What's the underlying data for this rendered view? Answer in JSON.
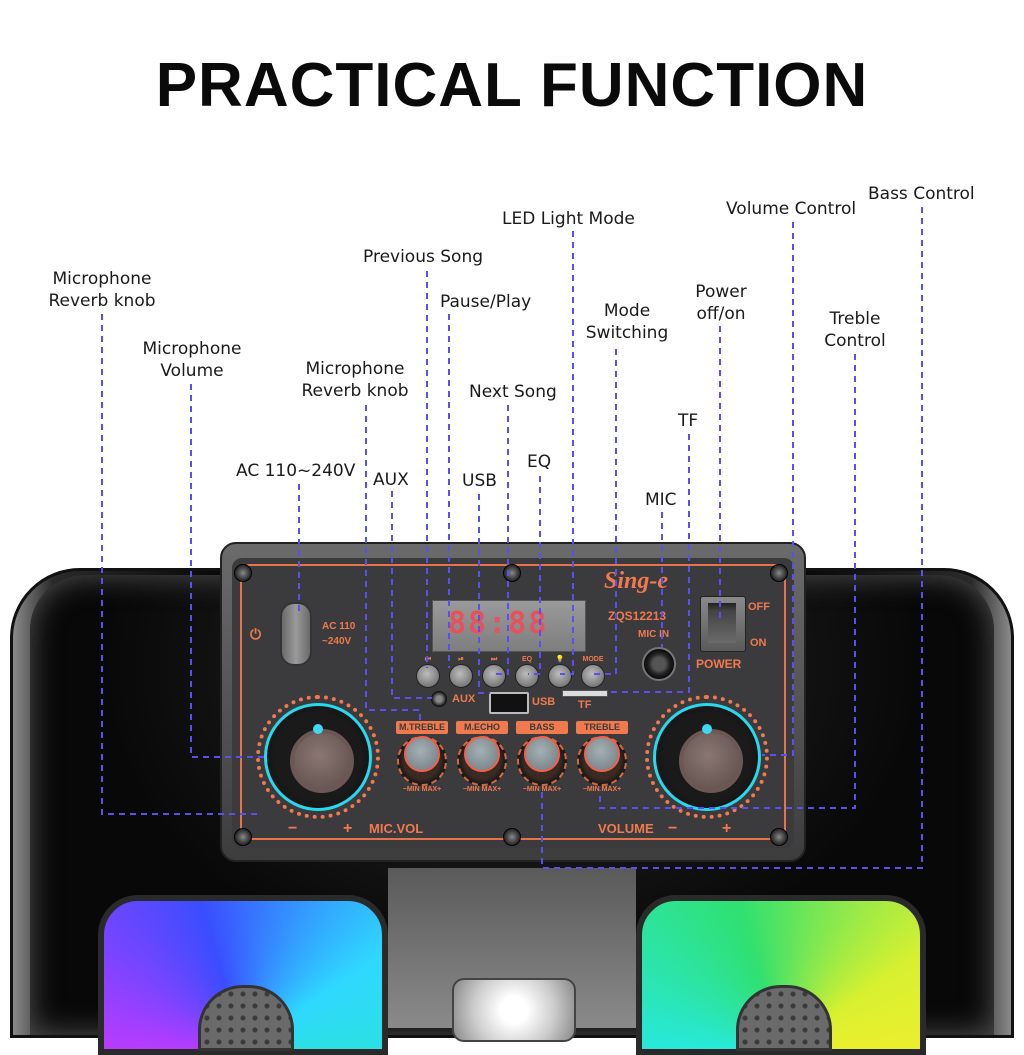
{
  "header": {
    "title": "PRACTICAL FUNCTION"
  },
  "callouts": {
    "bass_control": "Bass Control",
    "volume_control": "Volume Control",
    "led_light_mode": "LED Light Mode",
    "previous_song": "Previous Song",
    "mic_reverb_knob_left_line1": "Microphone",
    "mic_reverb_knob_left_line2": "Reverb knob",
    "pause_play": "Pause/Play",
    "mode_switching_line1": "Mode",
    "mode_switching_line2": "Switching",
    "power_line1": "Power",
    "power_line2": "off/on",
    "treble_control_line1": "Treble",
    "treble_control_line2": "Control",
    "mic_volume_line1": "Microphone",
    "mic_volume_line2": "Volume",
    "mic_reverb_knob_center_line1": "Microphone",
    "mic_reverb_knob_center_line2": "Reverb knob",
    "next_song": "Next Song",
    "tf": "TF",
    "ac": "AC 110~240V",
    "aux": "AUX",
    "usb": "USB",
    "eq": "EQ",
    "mic": "MIC"
  },
  "panel": {
    "brand": "Sing-e",
    "model": "ZQS12213",
    "display_digits": "88:88",
    "ac_label_line1": "AC 110",
    "ac_label_line2": "~240V",
    "mic_in_label": "MIC IN",
    "power_off": "OFF",
    "power_on": "ON",
    "power_label": "POWER",
    "buttons": [
      {
        "label": "⏮",
        "function": "previous"
      },
      {
        "label": "⏯",
        "function": "play-pause"
      },
      {
        "label": "⏭",
        "function": "next"
      },
      {
        "label": "EQ",
        "function": "eq"
      },
      {
        "label": "💡",
        "function": "led"
      },
      {
        "label": "MODE",
        "function": "mode"
      }
    ],
    "aux_label": "AUX",
    "usb_label": "USB",
    "tf_label": "TF",
    "knobs": [
      {
        "label": "M.TREBLE",
        "min": "−MIN",
        "max": "MAX+"
      },
      {
        "label": "M.ECHO",
        "min": "−MIN",
        "max": "MAX+"
      },
      {
        "label": "BASS",
        "min": "−MIN",
        "max": "MAX+"
      },
      {
        "label": "TREBLE",
        "min": "−MIN",
        "max": "MAX+"
      }
    ],
    "mic_vol_label": "MIC.VOL",
    "volume_label": "VOLUME",
    "minus": "−",
    "plus": "+"
  },
  "colors": {
    "leader_line": "#5a4ff0",
    "panel_accent": "#f07a4e",
    "knob_glow": "#27d8ee",
    "display_digits": "#e8505a"
  }
}
